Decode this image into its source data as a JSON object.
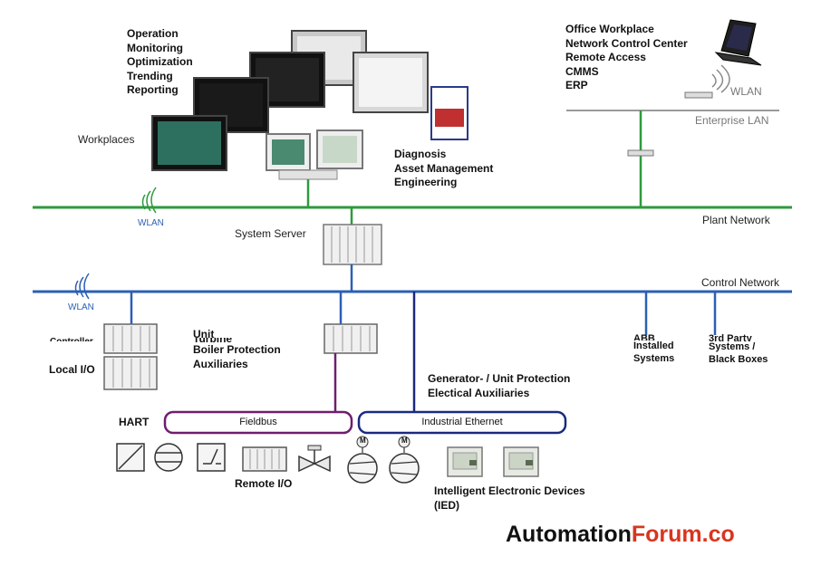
{
  "labels": {
    "operation": [
      "Operation",
      "Monitoring",
      "Optimization",
      "Trending",
      "Reporting"
    ],
    "office": [
      "Office Workplace",
      "Network Control Center",
      "Remote Access",
      "CMMS",
      "ERP"
    ],
    "workplaces": "Workplaces",
    "diagnosis": [
      "Diagnosis",
      "Asset Management",
      "Engineering"
    ],
    "wlan_top": "WLAN",
    "enterprise_lan": "Enterprise LAN",
    "wlan_plant": "WLAN",
    "plant_network": "Plant Network",
    "system_server": "System Server",
    "control_network": "Control Network",
    "wlan_control": "WLAN",
    "controller": "Controller",
    "local_io": "Local I/O",
    "unit_turbine": [
      "Unit",
      "Turbine",
      "Boiler Protection",
      "Auxiliaries"
    ],
    "abb": [
      "ABB",
      "Installed",
      "Systems"
    ],
    "third_party": [
      "3rd Party",
      "Systems /",
      "Black Boxes"
    ],
    "generator": [
      "Generator- / Unit Protection",
      "Electical Auxiliaries"
    ],
    "hart": "HART",
    "fieldbus": "Fieldbus",
    "industrial_ethernet": "Industrial Ethernet",
    "remote_io": "Remote I/O",
    "ied": [
      "Intelligent Electronic Devices",
      "(IED)"
    ],
    "motor_marker": "M"
  },
  "brand": {
    "part1": "Automation",
    "part2": "Forum.co"
  },
  "colors": {
    "plant_network": "#2e9a3e",
    "control_network": "#2b5fb4",
    "fieldbus": "#6e1e6e",
    "ethernet": "#1a2a80",
    "enterprise_lan": "#999999",
    "brand_accent": "#d8361f"
  }
}
